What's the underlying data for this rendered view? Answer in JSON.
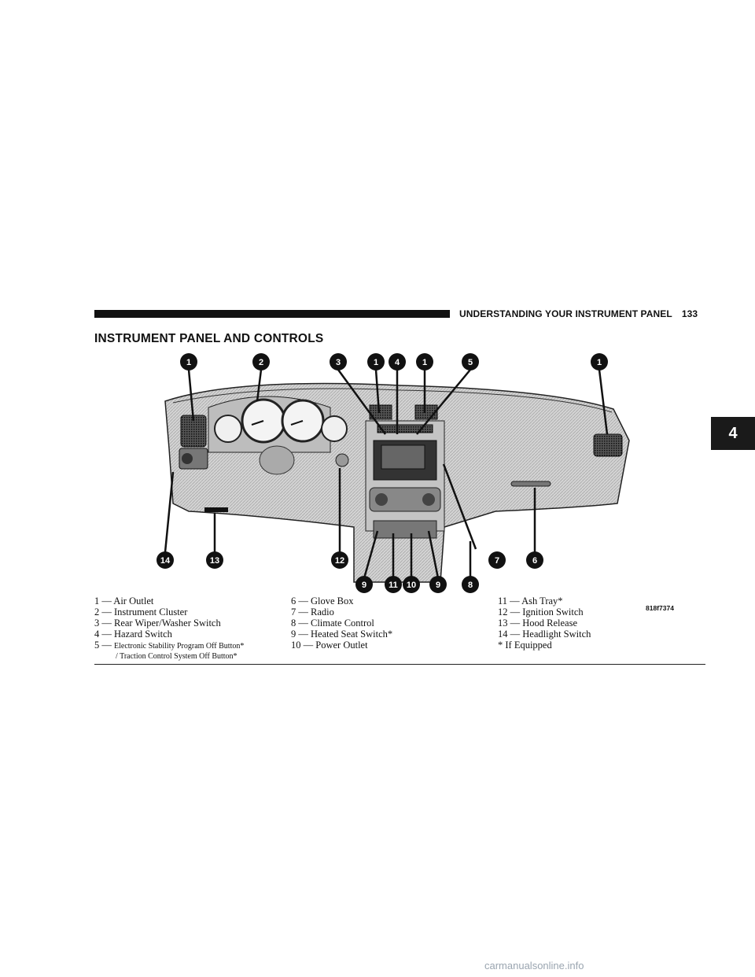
{
  "header": {
    "title": "UNDERSTANDING YOUR INSTRUMENT PANEL",
    "page": "133"
  },
  "section_title": "INSTRUMENT PANEL AND CONTROLS",
  "chapter_tab": "4",
  "figure": {
    "code": "818f7374",
    "callouts": {
      "top": [
        "1",
        "2",
        "3",
        "1",
        "4",
        "1",
        "5",
        "1"
      ],
      "bottom": [
        "14",
        "13",
        "12",
        "9",
        "11",
        "10",
        "9",
        "8",
        "7",
        "6"
      ]
    }
  },
  "legend": {
    "col1": [
      "1 — Air Outlet",
      "2 — Instrument Cluster",
      "3 — Rear Wiper/Washer Switch",
      "4 — Hazard Switch"
    ],
    "item5_prefix": "5 —",
    "item5_line1": "Electronic Stability Program Off Button*",
    "item5_line2": "/ Traction Control System Off Button*",
    "col2": [
      "6 — Glove Box",
      "7 — Radio",
      "8 — Climate Control",
      "9 — Heated Seat Switch*",
      "10 — Power Outlet"
    ],
    "col3": [
      "11 — Ash Tray*",
      "12 — Ignition Switch",
      "13 — Hood Release",
      "14 — Headlight Switch",
      "* If Equipped"
    ]
  },
  "watermark": "carmanualsonline.info"
}
